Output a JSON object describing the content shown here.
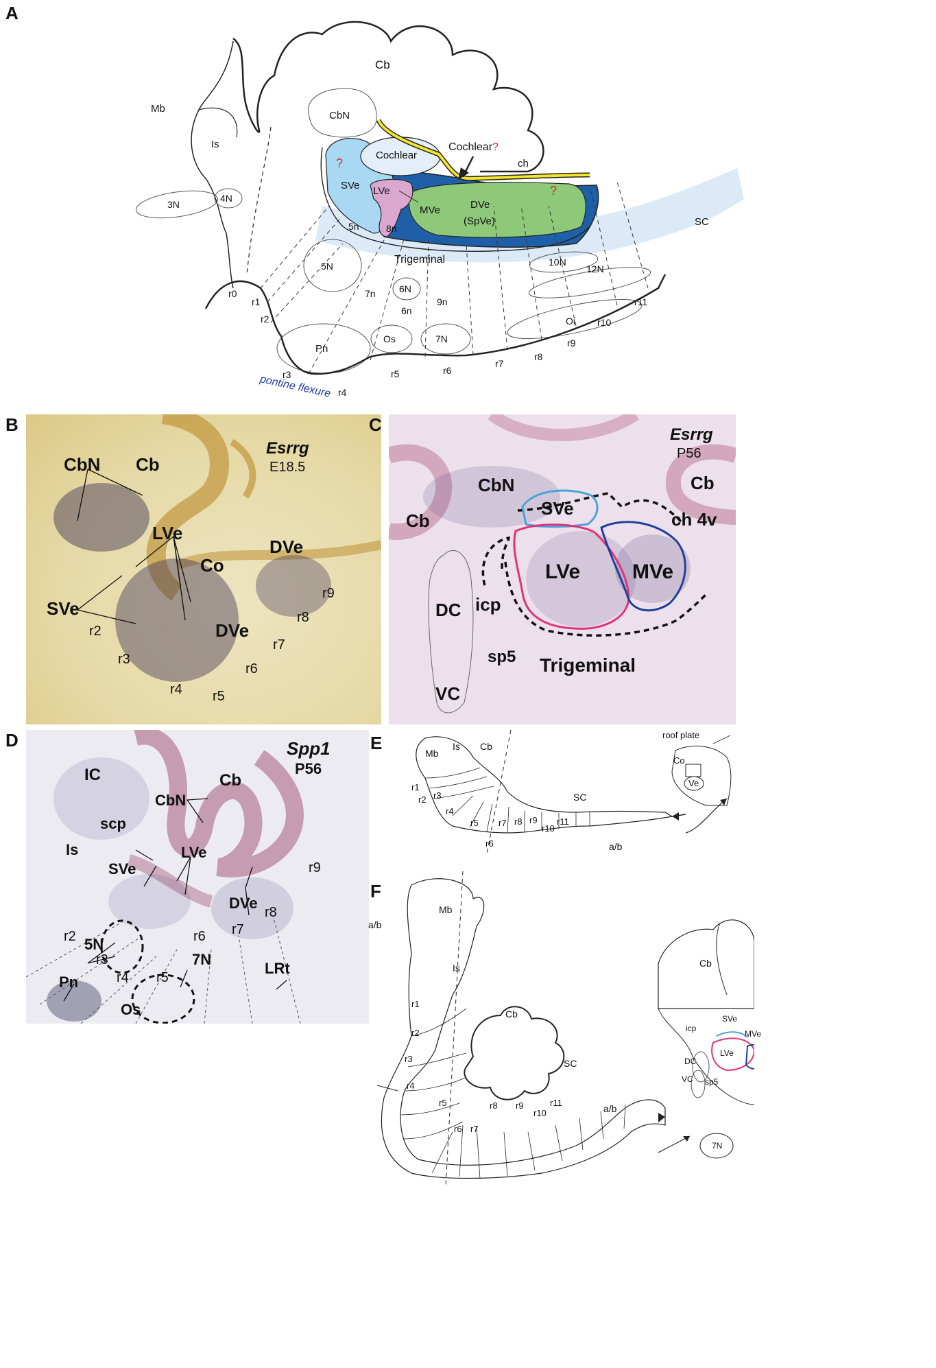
{
  "panels": {
    "a": {
      "letter": "A",
      "regions": {
        "cb": "Cb",
        "mb": "Mb",
        "is": "Is",
        "cbn": "CbN",
        "cochlear": "Cochlear",
        "cochlear_arrow": "Cochlear",
        "q": "?",
        "ch": "ch",
        "sve": "SVe",
        "lve": "LVe",
        "mve": "MVe",
        "dve": "DVe",
        "spve": "(SpVe)",
        "n8": "8n",
        "n3": "3N",
        "n4": "4N",
        "n5s": "5n",
        "n5": "5N",
        "trigeminal": "Trigeminal",
        "sc": "SC",
        "n7s": "7n",
        "n6": "6N",
        "n6s": "6n",
        "n9": "9n",
        "n10": "10N",
        "n12": "12N",
        "oi": "Oi",
        "pn": "Pn",
        "os": "Os",
        "n7": "7N",
        "pontine": "pontine flexure"
      },
      "rhombomeres": [
        "r0",
        "r1",
        "r2",
        "r3",
        "r4",
        "r5",
        "r6",
        "r7",
        "r8",
        "r9",
        "r10",
        "r11"
      ]
    },
    "b": {
      "letter": "B",
      "gene": "Esrrg",
      "stage": "E18.5",
      "labels": {
        "cbn": "CbN",
        "cb": "Cb",
        "lve": "LVe",
        "co": "Co",
        "dve1": "DVe",
        "sve": "SVe",
        "dve2": "DVe",
        "r2": "r2",
        "r3": "r3",
        "r4": "r4",
        "r5": "r5",
        "r6": "r6",
        "r7": "r7",
        "r8": "r8",
        "r9": "r9"
      }
    },
    "c": {
      "letter": "C",
      "gene": "Esrrg",
      "stage": "P56",
      "labels": {
        "cbn": "CbN",
        "cb_left": "Cb",
        "cb_right": "Cb",
        "sve": "SVe",
        "ch4v": "ch 4v",
        "lve": "LVe",
        "mve": "MVe",
        "dc": "DC",
        "icp": "icp",
        "sp5": "sp5",
        "vc": "VC",
        "trigeminal": "Trigeminal"
      }
    },
    "d": {
      "letter": "D",
      "gene": "Spp1",
      "stage": "P56",
      "labels": {
        "ic": "IC",
        "cb": "Cb",
        "cbn": "CbN",
        "scp": "scp",
        "is": "Is",
        "lve": "LVe",
        "sve": "SVe",
        "dve": "DVe",
        "r9": "r9",
        "n5": "5N",
        "r2": "r2",
        "r6": "r6",
        "r7": "r7",
        "r8": "r8",
        "r3": "r3",
        "r4": "r4",
        "r5": "r5",
        "n7": "7N",
        "pn": "Pn",
        "lrt": "LRt",
        "os": "Os"
      }
    },
    "e": {
      "letter": "E",
      "labels": {
        "mb": "Mb",
        "is": "Is",
        "cb": "Cb",
        "sc": "SC",
        "r1": "r1",
        "r2": "r2",
        "r3": "r3",
        "r4": "r4",
        "r5": "r5",
        "r6": "r6",
        "r7": "r7",
        "r8": "r8",
        "r9": "r9",
        "r10": "r10",
        "r11": "r11",
        "ab": "a/b",
        "roof": "roof plate",
        "co": "Co",
        "ve": "Ve"
      }
    },
    "f": {
      "letter": "F",
      "labels": {
        "mb": "Mb",
        "ab_left": "a/b",
        "is": "Is",
        "cb": "Cb",
        "r1": "r1",
        "r2": "r2",
        "r3": "r3",
        "r4": "r4",
        "r5": "r5",
        "r6": "r6",
        "r7": "r7",
        "r8": "r8",
        "r9": "r9",
        "r10": "r10",
        "r11": "r11",
        "sc": "SC",
        "ab_right": "a/b",
        "cb2": "Cb",
        "sve": "SVe",
        "icp": "icp",
        "mve": "MVe",
        "lve": "LVe",
        "dc": "DC",
        "vc": "VC",
        "sp5": "sp5",
        "n7": "7N"
      }
    }
  },
  "colors": {
    "sve_fill": "#a9d8f3",
    "lve_fill": "#d9a7cf",
    "mve_fill": "#1f5fa8",
    "dve_fill": "#8ec97a",
    "trigeminal_band": "#dbeaf6",
    "cochlear_fill": "#e3eef8",
    "choroid_yellow": "#f5e62b",
    "question_red": "#d42a2a",
    "pontine_blue": "#1f3f9a",
    "lve_outline": "#e0337a",
    "mve_outline": "#1f3f9a",
    "sve_outline": "#4aa3d8",
    "b_bg": "#e8dcb0",
    "c_bg": "#ece0ec",
    "d_bg": "#ecebf2"
  }
}
